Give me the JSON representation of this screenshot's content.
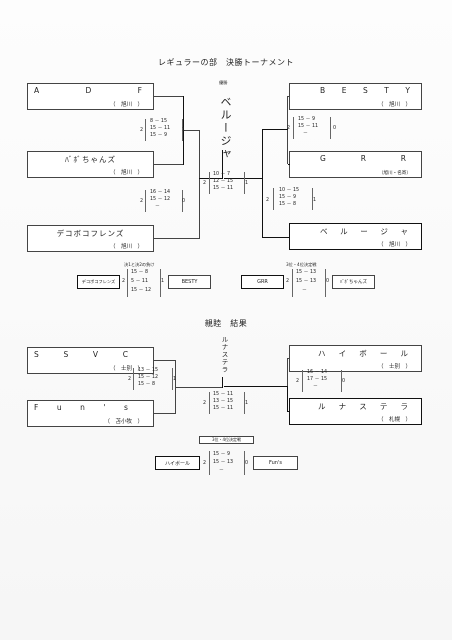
{
  "title": "レギュラーの部　決勝トーナメント",
  "champion_label": "優勝",
  "champion": "ベルージャ",
  "teams": {
    "adf": {
      "name": [
        "A",
        "D",
        "F"
      ],
      "loc": "（　旭川　）"
    },
    "nasachans": {
      "name": [
        "ﾊﾞﾎﾞちゃんズ"
      ],
      "loc": "（　旭川　）"
    },
    "dekoboko": {
      "name": [
        "デコボコフレンズ"
      ],
      "loc": "（　旭川　）"
    },
    "besty": {
      "name": [
        "B",
        "E",
        "S",
        "T",
        "Y"
      ],
      "loc": "（　旭川　）"
    },
    "grr": {
      "name": [
        "G",
        "R",
        "R"
      ],
      "loc": "（旭川・名寄）"
    },
    "beruja": {
      "name": [
        "ベ",
        "ル",
        "ー",
        "ジ",
        "ャ"
      ],
      "loc": "（　旭川　）"
    }
  },
  "scores": {
    "l1": {
      "total": [
        "2",
        "1"
      ],
      "sets": [
        "8 － 15",
        "15 － 11",
        "15 － 9"
      ]
    },
    "l2": {
      "total": [
        "2",
        "0"
      ],
      "sets": [
        "16 － 14",
        "15 － 12",
        "－"
      ]
    },
    "r1": {
      "total": [
        "2",
        "0"
      ],
      "sets": [
        "15 － 9",
        "15 － 11",
        "－"
      ]
    },
    "r2": {
      "total": [
        "2",
        "1"
      ],
      "sets": [
        "10 － 15",
        "15 － 9",
        "15 － 8"
      ]
    },
    "final": {
      "total": [
        "2",
        "1"
      ],
      "sets": [
        "10 － 7",
        "12 － 15",
        "15 － 11"
      ]
    }
  },
  "third": {
    "left_label": "決1と決2の負け",
    "left_team_a": "デコボコフレンズ",
    "left_team_b": "BESTY",
    "left_total": [
      "2",
      "1"
    ],
    "left_sets": [
      "15 － 8",
      "5 － 11",
      "15 － 12"
    ],
    "right_label": "3位・4位決定戦",
    "right_team_a": "GRR",
    "right_team_b": "ﾊﾞﾎﾞちゃんズ",
    "right_total": [
      "2",
      "0"
    ],
    "right_sets": [
      "15 － 13",
      "15 － 13",
      "－"
    ]
  },
  "friendly": {
    "title": "親睦　結果",
    "champion": "ルナステラ",
    "teams": {
      "ssvc": {
        "name": [
          "S",
          "S",
          "V",
          "C"
        ],
        "loc": "（　士別　）"
      },
      "funs": {
        "name": [
          "F",
          "u",
          "n",
          "'",
          "s"
        ],
        "loc": "（　苫小牧　）"
      },
      "highball": {
        "name": [
          "ハ",
          "イ",
          "ボ",
          "ー",
          "ル"
        ],
        "loc": "（　士別　）"
      },
      "lunastella": {
        "name": [
          "ル",
          "ナ",
          "ス",
          "テ",
          "ラ"
        ],
        "loc": "（　札幌　）"
      }
    },
    "scores": {
      "l1": {
        "total": [
          "2",
          "1"
        ],
        "sets": [
          "13 － 15",
          "15 － 12",
          "15 － 8"
        ]
      },
      "r1": {
        "total": [
          "2",
          "0"
        ],
        "sets": [
          "16 － 14",
          "17 － 15",
          "－"
        ]
      },
      "final": {
        "total": [
          "2",
          "1"
        ],
        "sets": [
          "15 － 11",
          "13 － 15",
          "15 － 11"
        ]
      }
    },
    "third_label": "3位・4位決定戦",
    "third_team_a": "ハイボール",
    "third_team_b": "Fun's",
    "third_total": [
      "2",
      "0"
    ],
    "third_sets": [
      "15 － 9",
      "15 － 13",
      "－"
    ]
  }
}
